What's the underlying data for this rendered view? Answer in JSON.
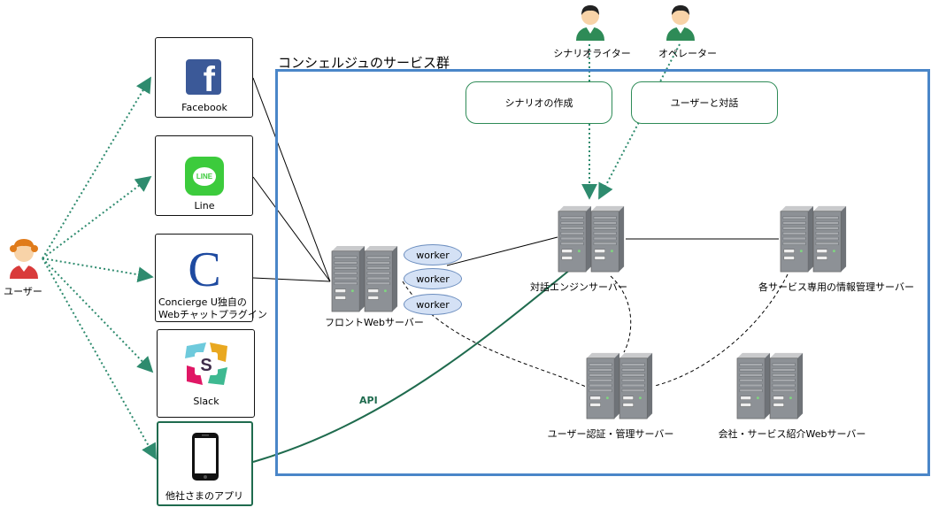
{
  "region": {
    "title": "コンシェルジュのサービス群"
  },
  "user": {
    "label": "ユーザー"
  },
  "actors": [
    {
      "label": "シナリオライター"
    },
    {
      "label": "オペレーター"
    }
  ],
  "tasks": [
    {
      "label": "シナリオの作成"
    },
    {
      "label": "ユーザーと対話"
    }
  ],
  "channels": [
    {
      "label": "Facebook",
      "icon": "facebook-icon"
    },
    {
      "label": "Line",
      "icon": "line-icon",
      "icon_text": "LINE"
    },
    {
      "label_lines": [
        "Concierge U独自の",
        "Webチャットプラグイン"
      ],
      "icon": "concierge-u-icon",
      "icon_text": "C"
    },
    {
      "label": "Slack",
      "icon": "slack-icon",
      "icon_text": "S"
    },
    {
      "label": "他社さまのアプリ",
      "icon": "smartphone-icon"
    }
  ],
  "workers": [
    "worker",
    "worker",
    "worker"
  ],
  "servers": {
    "front": "フロントWebサーバー",
    "dialog": "対話エンジンサーバー",
    "info": "各サービス専用の情報管理サーバー",
    "auth": "ユーザー認証・管理サーバー",
    "company": "会社・サービス紹介Webサーバー"
  },
  "api_label": "API",
  "colors": {
    "region_border": "#4a86c8",
    "dotted_arrow": "#2e8b6e",
    "api_line": "#1f6b4e",
    "worker_fill": "#d4e1f5",
    "worker_border": "#6c8ebf",
    "facebook": "#3b5998",
    "line": "#3ccb3c",
    "concierge": "#1e4aa0",
    "user_hair": "#e07b1a",
    "user_body": "#d93b3b",
    "actor_body": "#2e8b57"
  }
}
